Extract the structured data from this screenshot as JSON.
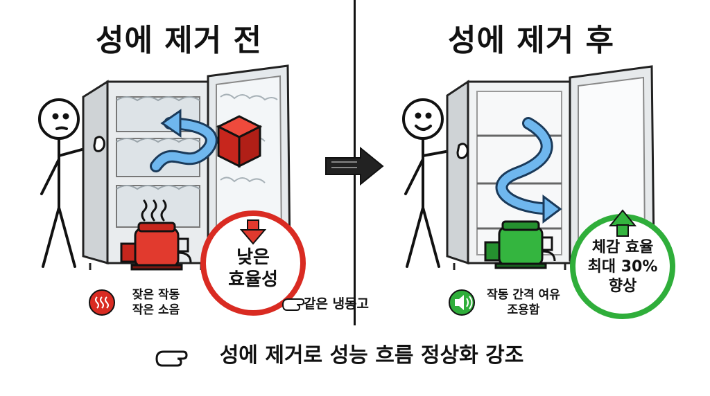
{
  "titles": {
    "before": "성에 제거 전",
    "after": "성에 제거 후"
  },
  "before": {
    "badge_lines": [
      "낮은",
      "효율성"
    ],
    "compressor_lines": [
      "잦은 작동",
      "작은 소음"
    ],
    "colors": {
      "accent": "#d92b22",
      "frost": "#dfe6ea"
    },
    "icons": [
      "stick-figure-icon",
      "red-cube-icon",
      "heat-waves-icon",
      "down-arrow-icon"
    ]
  },
  "after": {
    "badge_lines": [
      "체감 효율",
      "최대 30%",
      "향상"
    ],
    "compressor_lines": [
      "작동 간격 여유",
      "조용함"
    ],
    "colors": {
      "accent": "#2fae3a",
      "air": "#6fb7ee"
    },
    "icons": [
      "stick-figure-icon",
      "speaker-icon",
      "up-arrow-icon"
    ]
  },
  "middle": {
    "note": "같은 냉동고",
    "icons": [
      "pointing-hand-icon",
      "right-arrow-icon"
    ]
  },
  "footer": {
    "text": "성에 제거로 성능 흐름 정상화 강조",
    "icons": [
      "pointing-hand-icon"
    ]
  }
}
